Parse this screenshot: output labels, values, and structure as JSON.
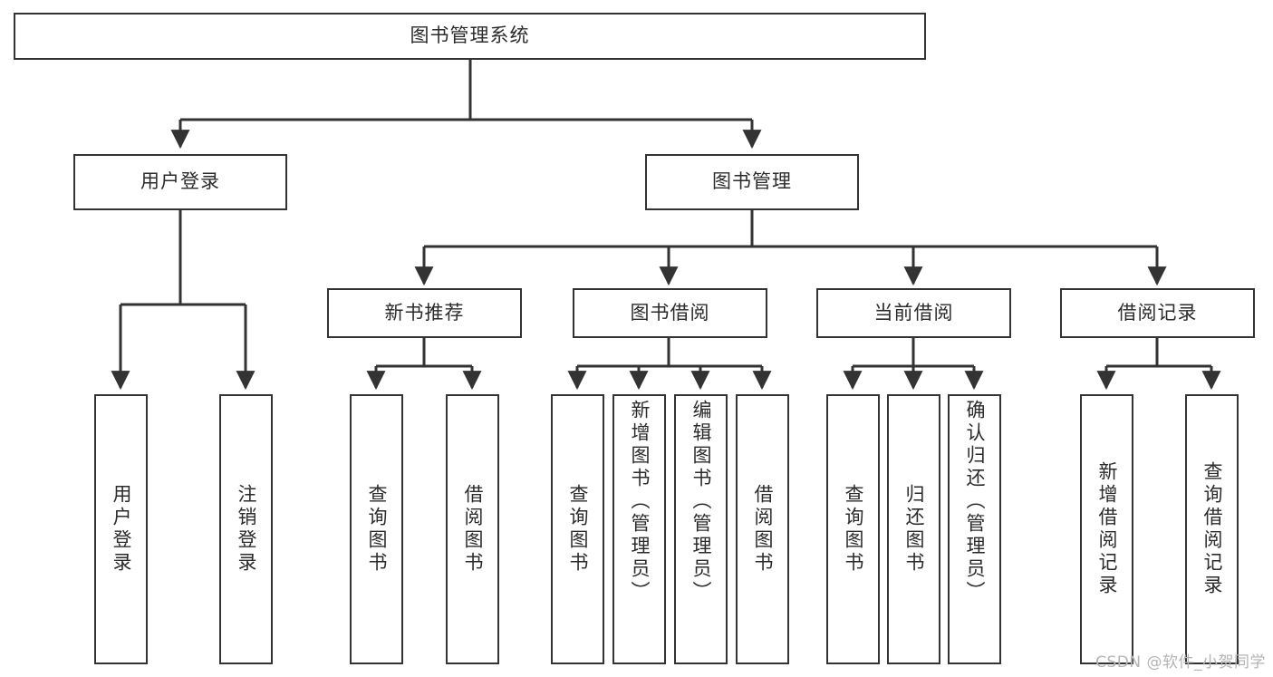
{
  "diagram": {
    "type": "tree-hierarchy-chart",
    "title": "图书管理系统",
    "watermark": "CSDN @软件_小贺同学",
    "colors": {
      "box_border": "#333333",
      "box_fill": "#ffffff",
      "edge": "#333333",
      "text": "#2b2b2b",
      "watermark": "#b4b4b4",
      "background": "#ffffff"
    },
    "root": {
      "id": "root",
      "label": "图书管理系统"
    },
    "level2": [
      {
        "id": "user-login",
        "label": "用户登录"
      },
      {
        "id": "book-manage",
        "label": "图书管理"
      }
    ],
    "level3": [
      {
        "id": "new-book-recommend",
        "label": "新书推荐",
        "parent": "book-manage"
      },
      {
        "id": "book-borrow",
        "label": "图书借阅",
        "parent": "book-manage"
      },
      {
        "id": "current-borrow",
        "label": "当前借阅",
        "parent": "book-manage"
      },
      {
        "id": "borrow-record",
        "label": "借阅记录",
        "parent": "book-manage"
      }
    ],
    "leaves": [
      {
        "id": "leaf-user-login",
        "label": "用户登录",
        "parent": "user-login"
      },
      {
        "id": "leaf-user-logout",
        "label": "注销登录",
        "parent": "user-login"
      },
      {
        "id": "leaf-query-book-1",
        "label": "查询图书",
        "parent": "new-book-recommend"
      },
      {
        "id": "leaf-borrow-book-1",
        "label": "借阅图书",
        "parent": "new-book-recommend"
      },
      {
        "id": "leaf-query-book-2",
        "label": "查询图书",
        "parent": "book-borrow"
      },
      {
        "id": "leaf-add-book",
        "label": "新增图书（管理员）",
        "parent": "book-borrow"
      },
      {
        "id": "leaf-edit-book",
        "label": "编辑图书（管理员）",
        "parent": "book-borrow"
      },
      {
        "id": "leaf-borrow-book-2",
        "label": "借阅图书",
        "parent": "book-borrow"
      },
      {
        "id": "leaf-query-book-3",
        "label": "查询图书",
        "parent": "current-borrow"
      },
      {
        "id": "leaf-return-book",
        "label": "归还图书",
        "parent": "current-borrow"
      },
      {
        "id": "leaf-confirm-return",
        "label": "确认归还（管理员）",
        "parent": "current-borrow"
      },
      {
        "id": "leaf-add-record",
        "label": "新增借阅记录",
        "parent": "borrow-record"
      },
      {
        "id": "leaf-query-record",
        "label": "查询借阅记录",
        "parent": "borrow-record"
      }
    ]
  }
}
